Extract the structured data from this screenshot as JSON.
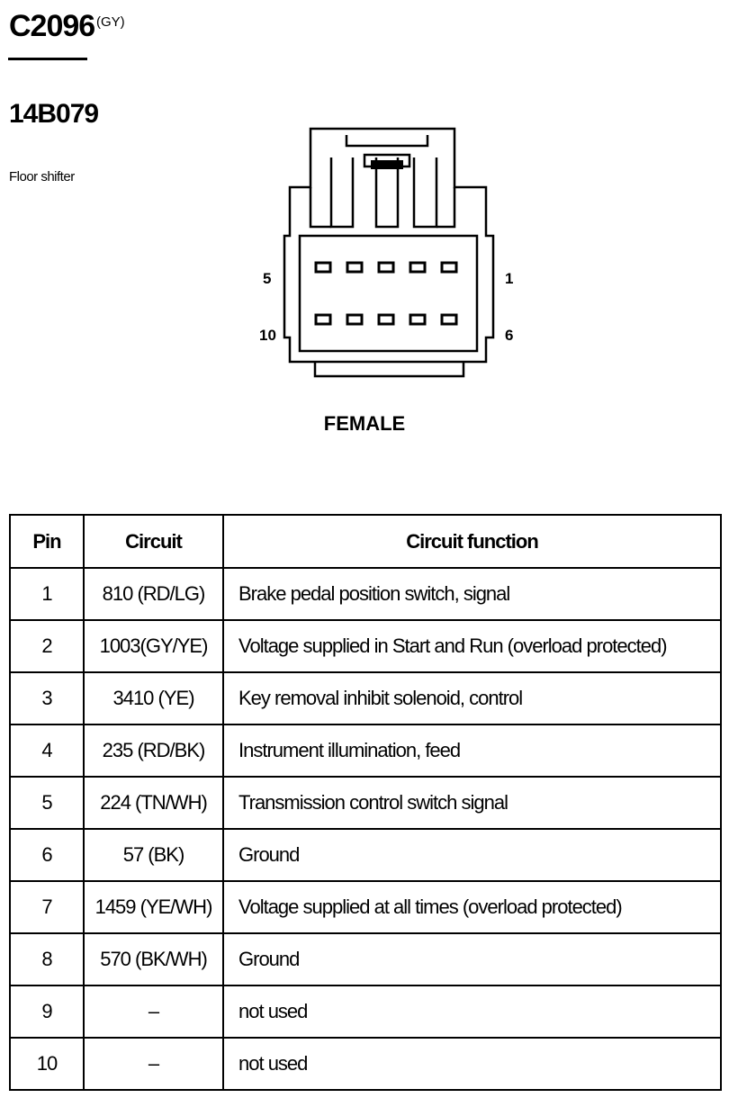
{
  "header": {
    "connector_id": "C2096",
    "connector_color": "(GY)",
    "part_number": "14B079",
    "component_name": "Floor shifter"
  },
  "diagram": {
    "pin_labels": {
      "top_left": "5",
      "top_right": "1",
      "bottom_left": "10",
      "bottom_right": "6"
    },
    "gender": "FEMALE"
  },
  "table": {
    "headers": {
      "pin": "Pin",
      "circuit": "Circuit",
      "function": "Circuit function"
    },
    "rows": [
      {
        "pin": "1",
        "circuit": "810 (RD/LG)",
        "function": "Brake pedal position switch, signal"
      },
      {
        "pin": "2",
        "circuit": "1003(GY/YE)",
        "function": "Voltage supplied in Start and Run (overload protected)"
      },
      {
        "pin": "3",
        "circuit": "3410 (YE)",
        "function": "Key removal inhibit solenoid, control"
      },
      {
        "pin": "4",
        "circuit": "235 (RD/BK)",
        "function": "Instrument illumination, feed"
      },
      {
        "pin": "5",
        "circuit": "224 (TN/WH)",
        "function": "Transmission control switch signal"
      },
      {
        "pin": "6",
        "circuit": "57 (BK)",
        "function": "Ground"
      },
      {
        "pin": "7",
        "circuit": "1459 (YE/WH)",
        "function": "Voltage supplied at all times (overload protected)"
      },
      {
        "pin": "8",
        "circuit": "570 (BK/WH)",
        "function": "Ground"
      },
      {
        "pin": "9",
        "circuit": "–",
        "function": "not used"
      },
      {
        "pin": "10",
        "circuit": "–",
        "function": "not used"
      }
    ]
  }
}
